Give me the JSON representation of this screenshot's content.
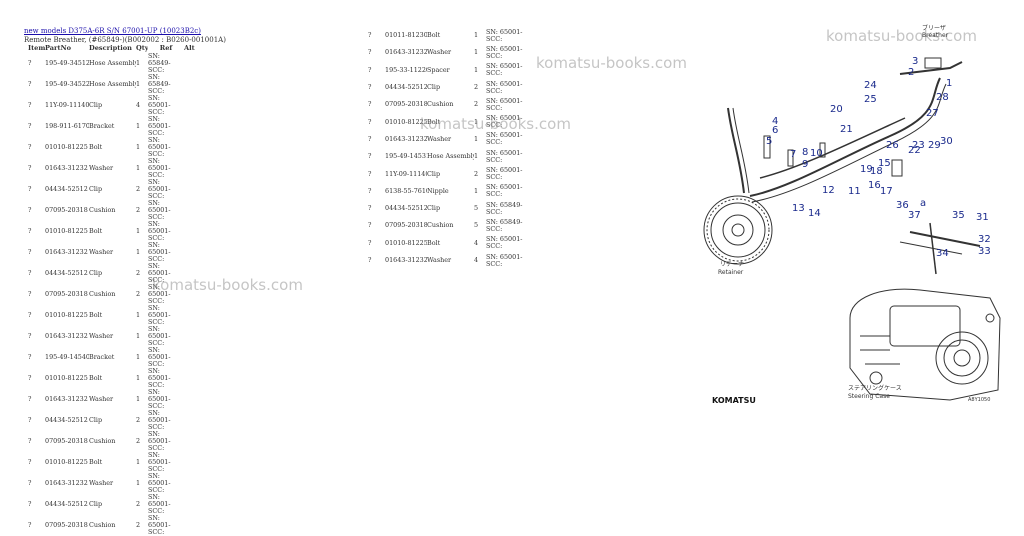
{
  "header": {
    "link_text": "new models D375A-6R S/N 67001-UP (10023B2c)",
    "subtitle": "Remote Breather, (#65849-)(B002002 : B0260-001001A)"
  },
  "watermark": "komatsu-books.com",
  "columns": {
    "item": "Item",
    "part_no": "PartNo",
    "description": "Description",
    "qty": "Qty",
    "ref": "Ref",
    "alt": "Alt"
  },
  "left_rows": [
    {
      "item": "?",
      "part_no": "195-49-34512",
      "description": "Hose Assembly",
      "qty": "1",
      "sn": "SN: 65849-SCC:"
    },
    {
      "item": "?",
      "part_no": "195-49-34522",
      "description": "Hose Assembly",
      "qty": "1",
      "sn": "SN: 65849-SCC:"
    },
    {
      "item": "?",
      "part_no": "11Y-09-11140",
      "description": "Clip",
      "qty": "4",
      "sn": "SN: 65001-SCC:"
    },
    {
      "item": "?",
      "part_no": "198-911-6170",
      "description": "Bracket",
      "qty": "1",
      "sn": "SN: 65001-SCC:"
    },
    {
      "item": "?",
      "part_no": "01010-81225",
      "description": "Bolt",
      "qty": "1",
      "sn": "SN: 65001-SCC:"
    },
    {
      "item": "?",
      "part_no": "01643-31232",
      "description": "Washer",
      "qty": "1",
      "sn": "SN: 65001-SCC:"
    },
    {
      "item": "?",
      "part_no": "04434-52512",
      "description": "Clip",
      "qty": "2",
      "sn": "SN: 65001-SCC:"
    },
    {
      "item": "?",
      "part_no": "07095-20318",
      "description": "Cushion",
      "qty": "2",
      "sn": "SN: 65001-SCC:"
    },
    {
      "item": "?",
      "part_no": "01010-81225",
      "description": "Bolt",
      "qty": "1",
      "sn": "SN: 65001-SCC:"
    },
    {
      "item": "?",
      "part_no": "01643-31232",
      "description": "Washer",
      "qty": "1",
      "sn": "SN: 65001-SCC:"
    },
    {
      "item": "?",
      "part_no": "04434-52512",
      "description": "Clip",
      "qty": "2",
      "sn": "SN: 65001-SCC:"
    },
    {
      "item": "?",
      "part_no": "07095-20318",
      "description": "Cushion",
      "qty": "2",
      "sn": "SN: 65001-SCC:"
    },
    {
      "item": "?",
      "part_no": "01010-81225",
      "description": "Bolt",
      "qty": "1",
      "sn": "SN: 65001-SCC:"
    },
    {
      "item": "?",
      "part_no": "01643-31232",
      "description": "Washer",
      "qty": "1",
      "sn": "SN: 65001-SCC:"
    },
    {
      "item": "?",
      "part_no": "195-49-14540",
      "description": "Bracket",
      "qty": "1",
      "sn": "SN: 65001-SCC:"
    },
    {
      "item": "?",
      "part_no": "01010-81225",
      "description": "Bolt",
      "qty": "1",
      "sn": "SN: 65001-SCC:"
    },
    {
      "item": "?",
      "part_no": "01643-31232",
      "description": "Washer",
      "qty": "1",
      "sn": "SN: 65001-SCC:"
    },
    {
      "item": "?",
      "part_no": "04434-52512",
      "description": "Clip",
      "qty": "2",
      "sn": "SN: 65001-SCC:"
    },
    {
      "item": "?",
      "part_no": "07095-20318",
      "description": "Cushion",
      "qty": "2",
      "sn": "SN: 65001-SCC:"
    },
    {
      "item": "?",
      "part_no": "01010-81225",
      "description": "Bolt",
      "qty": "1",
      "sn": "SN: 65001-SCC:"
    },
    {
      "item": "?",
      "part_no": "01643-31232",
      "description": "Washer",
      "qty": "1",
      "sn": "SN: 65001-SCC:"
    },
    {
      "item": "?",
      "part_no": "04434-52512",
      "description": "Clip",
      "qty": "2",
      "sn": "SN: 65001-SCC:"
    },
    {
      "item": "?",
      "part_no": "07095-20318",
      "description": "Cushion",
      "qty": "2",
      "sn": "SN: 65001-SCC:"
    }
  ],
  "right_rows": [
    {
      "item": "?",
      "part_no": "01011-81230",
      "description": "Bolt",
      "qty": "1",
      "sn": "SN: 65001-SCC:"
    },
    {
      "item": "?",
      "part_no": "01643-31232",
      "description": "Washer",
      "qty": "1",
      "sn": "SN: 65001-SCC:"
    },
    {
      "item": "?",
      "part_no": "195-33-11220",
      "description": "Spacer",
      "qty": "1",
      "sn": "SN: 65001-SCC:"
    },
    {
      "item": "?",
      "part_no": "04434-52512",
      "description": "Clip",
      "qty": "2",
      "sn": "SN: 65001-SCC:"
    },
    {
      "item": "?",
      "part_no": "07095-20318",
      "description": "Cushion",
      "qty": "2",
      "sn": "SN: 65001-SCC:"
    },
    {
      "item": "?",
      "part_no": "01010-81225",
      "description": "Bolt",
      "qty": "1",
      "sn": "SN: 65001-SCC:"
    },
    {
      "item": "?",
      "part_no": "01643-31232",
      "description": "Washer",
      "qty": "1",
      "sn": "SN: 65001-SCC:"
    },
    {
      "item": "?",
      "part_no": "195-49-14531",
      "description": "Hose Assembly",
      "qty": "1",
      "sn": "SN: 65001-SCC:"
    },
    {
      "item": "?",
      "part_no": "11Y-09-11140",
      "description": "Clip",
      "qty": "2",
      "sn": "SN: 65001-SCC:"
    },
    {
      "item": "?",
      "part_no": "6138-55-7610",
      "description": "Nipple",
      "qty": "1",
      "sn": "SN: 65001-SCC:"
    },
    {
      "item": "?",
      "part_no": "04434-52512",
      "description": "Clip",
      "qty": "5",
      "sn": "SN: 65849-SCC:"
    },
    {
      "item": "?",
      "part_no": "07095-20318",
      "description": "Cushion",
      "qty": "5",
      "sn": "SN: 65849-SCC:"
    },
    {
      "item": "?",
      "part_no": "01010-81225",
      "description": "Bolt",
      "qty": "4",
      "sn": "SN: 65001-SCC:"
    },
    {
      "item": "?",
      "part_no": "01643-31232",
      "description": "Washer",
      "qty": "4",
      "sn": "SN: 65001-SCC:"
    }
  ],
  "diagram": {
    "callouts": [
      "1",
      "2",
      "3",
      "4",
      "5",
      "6",
      "7",
      "8",
      "9",
      "10",
      "11",
      "12",
      "13",
      "14",
      "15",
      "16",
      "17",
      "18",
      "19",
      "20",
      "21",
      "22",
      "23",
      "24",
      "25",
      "26",
      "27",
      "28",
      "29",
      "30",
      "31",
      "32",
      "33",
      "34",
      "35",
      "36",
      "37",
      "a"
    ],
    "label_retainer_jp": "リテーナ",
    "label_retainer": "Retainer",
    "label_breather_jp": "ブリーザ",
    "label_breather": "Breather",
    "label_case_jp": "ステアリングケース",
    "label_case": "Steering Case",
    "brand": "KOMATSU",
    "ref_code": "A8Y1050",
    "line_color": "#333333",
    "callout_color": "#1a2a8c"
  }
}
